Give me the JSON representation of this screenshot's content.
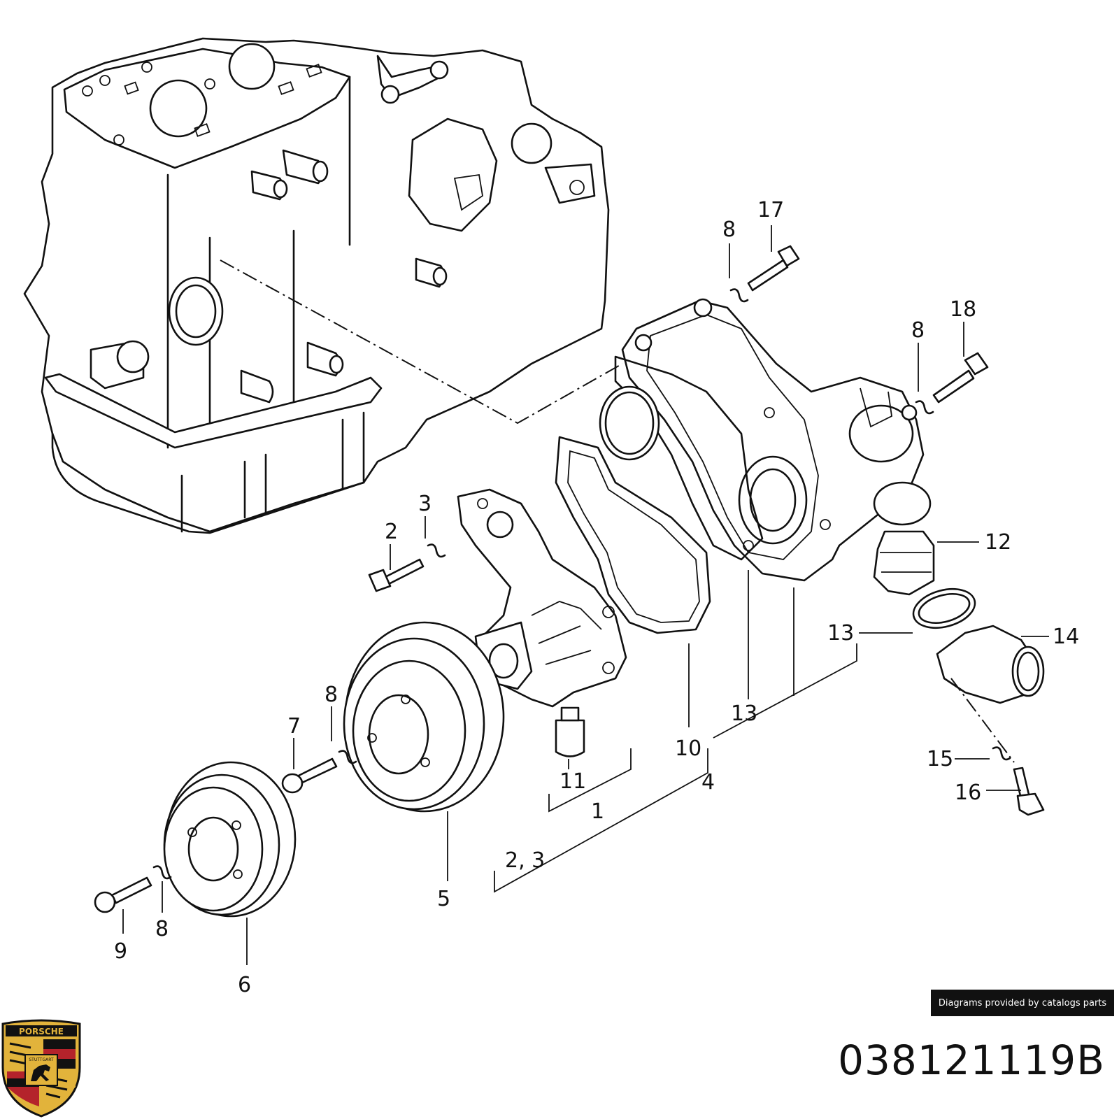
{
  "diagram": {
    "callouts": [
      {
        "id": "c17",
        "text": "17"
      },
      {
        "id": "c8a",
        "text": "8"
      },
      {
        "id": "c18",
        "text": "18"
      },
      {
        "id": "c8b",
        "text": "8"
      },
      {
        "id": "c3",
        "text": "3"
      },
      {
        "id": "c2",
        "text": "2"
      },
      {
        "id": "c12",
        "text": "12"
      },
      {
        "id": "c13a",
        "text": "13"
      },
      {
        "id": "c14",
        "text": "14"
      },
      {
        "id": "c8c",
        "text": "8"
      },
      {
        "id": "c7",
        "text": "7"
      },
      {
        "id": "c13b",
        "text": "13"
      },
      {
        "id": "c10",
        "text": "10"
      },
      {
        "id": "c11",
        "text": "11"
      },
      {
        "id": "c4",
        "text": "4"
      },
      {
        "id": "c15",
        "text": "15"
      },
      {
        "id": "c16",
        "text": "16"
      },
      {
        "id": "c1",
        "text": "1"
      },
      {
        "id": "c23",
        "text": "2, 3"
      },
      {
        "id": "c5",
        "text": "5"
      },
      {
        "id": "c9",
        "text": "9"
      },
      {
        "id": "c8d",
        "text": "8"
      },
      {
        "id": "c6",
        "text": "6"
      }
    ]
  },
  "credit": "Diagrams provided by catalogs parts",
  "part_number": "038121119B",
  "logo": {
    "name": "porsche-crest",
    "lettering_top": "PORSCHE",
    "lettering_middle": "STUTTGART",
    "colors": {
      "gold": "#e2b33b",
      "red": "#b4232b",
      "black": "#111111"
    }
  }
}
